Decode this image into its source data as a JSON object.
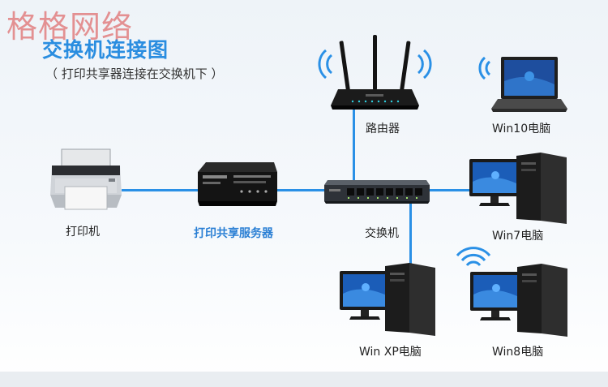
{
  "watermark": "格格网络",
  "title": "交换机连接图",
  "subtitle": "（ 打印共享器连接在交换机下 ）",
  "nodes": {
    "router": "路由器",
    "win10": "Win10电脑",
    "printer": "打印机",
    "print_server": "打印共享服务器",
    "switch": "交换机",
    "win7": "Win7电脑",
    "winxp": "Win XP电脑",
    "win8": "Win8电脑"
  },
  "colors": {
    "title": "#2a8de0",
    "cable": "#2a90e6",
    "watermark": "#e07070"
  }
}
